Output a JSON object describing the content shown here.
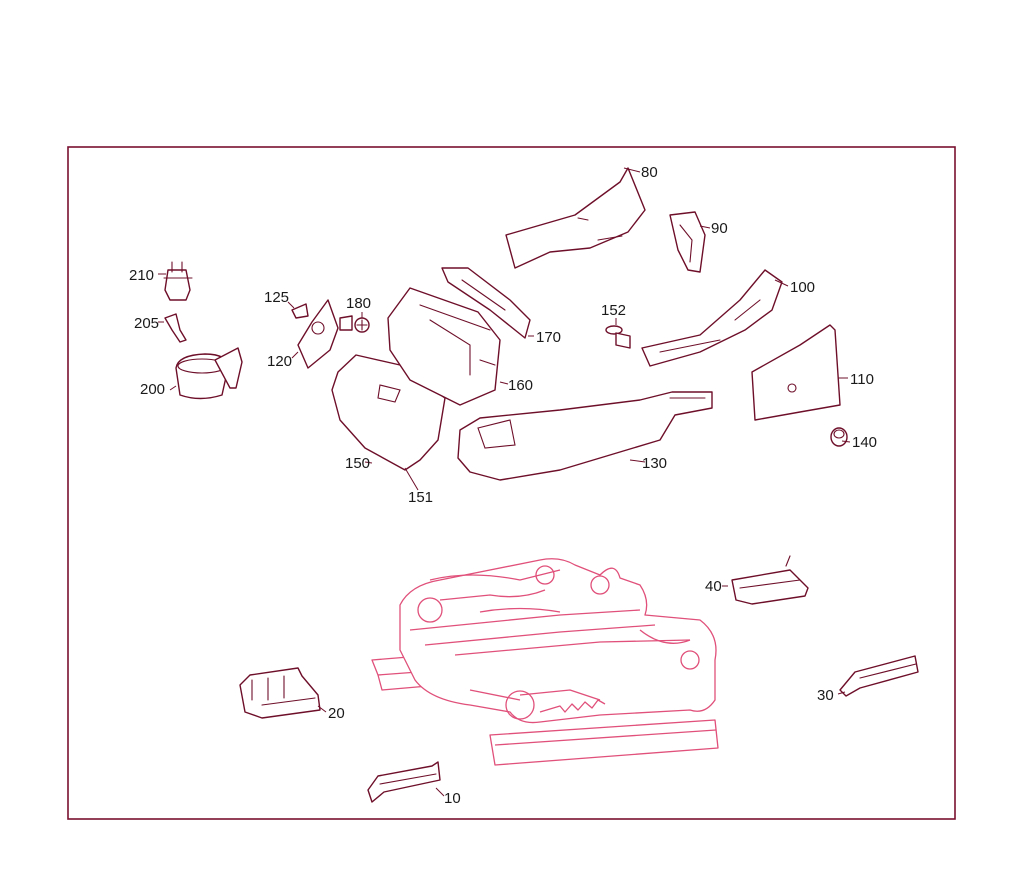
{
  "diagram": {
    "colors": {
      "part_stroke": "#6e0f2a",
      "frame_stroke": "#e0507a",
      "border": "#7a1030"
    },
    "callouts": {
      "c10": "10",
      "c20": "20",
      "c30": "30",
      "c40": "40",
      "c80": "80",
      "c90": "90",
      "c100": "100",
      "c110": "110",
      "c120": "120",
      "c125": "125",
      "c130": "130",
      "c140": "140",
      "c150": "150",
      "c151": "151",
      "c152": "152",
      "c160": "160",
      "c170": "170",
      "c180": "180",
      "c200": "200",
      "c205": "205",
      "c210": "210"
    }
  }
}
